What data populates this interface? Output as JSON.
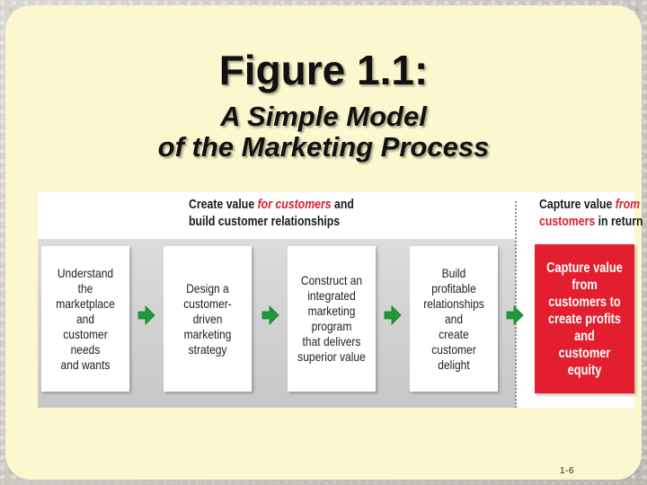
{
  "slide": {
    "title": "Figure 1.1:",
    "subtitle_line1": "A Simple Model",
    "subtitle_line2": "of the Marketing Process",
    "footnote": "1-6"
  },
  "figure": {
    "header_left": {
      "line1_a": "Create value ",
      "line1_b": "for customers",
      "line1_c": " and",
      "line2": "build customer relationships"
    },
    "header_right": {
      "line1_a": "Capture value ",
      "line1_b": "from",
      "line2_a": "customers",
      "line2_b": " in return"
    },
    "steps": [
      {
        "label": "Understand the\nmarketplace and\ncustomer needs\nand wants"
      },
      {
        "label": "Design a\ncustomer-driven\nmarketing\nstrategy"
      },
      {
        "label": "Construct an\nintegrated\nmarketing program\nthat delivers\nsuperior value"
      },
      {
        "label": "Build profitable\nrelationships and\ncreate customer\ndelight"
      }
    ],
    "final_step": {
      "label": "Capture value\nfrom customers to\ncreate profits and\ncustomer equity"
    },
    "colors": {
      "accent_red": "#d81e2c",
      "box_red": "#e21e2f",
      "arrow_green": "#1f9a3a",
      "slide_bg": "#fbf8cf"
    },
    "icons": [
      "arrow-right-icon"
    ]
  }
}
